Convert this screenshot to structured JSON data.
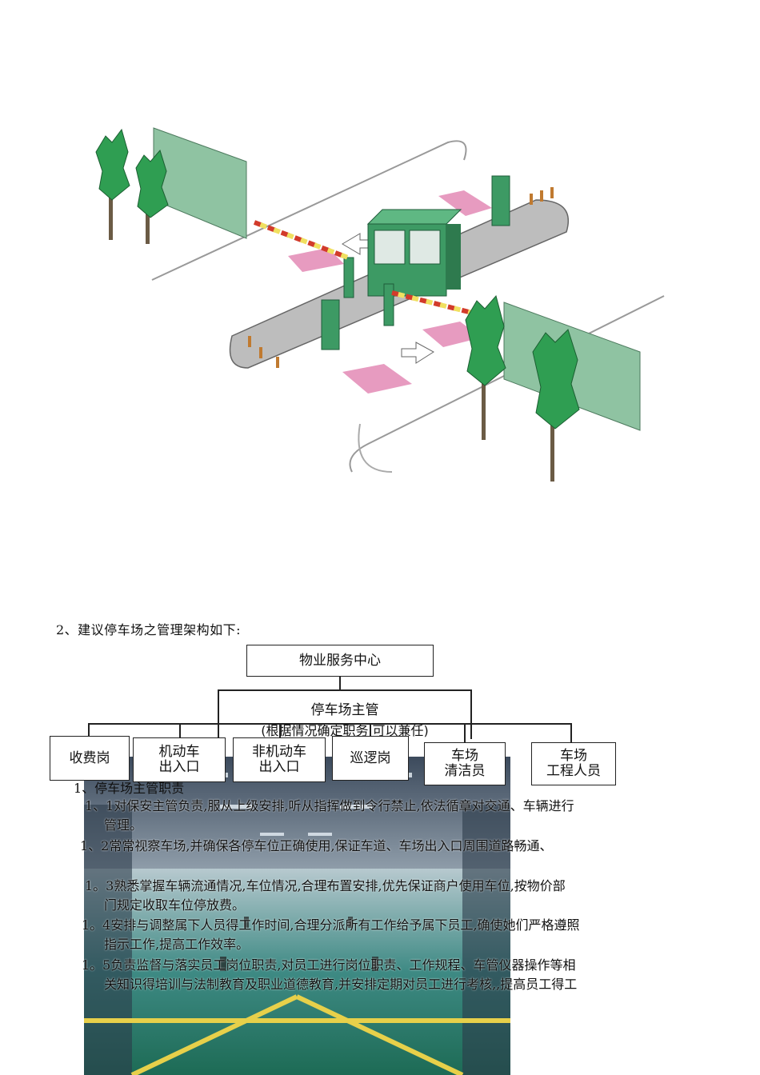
{
  "section_heading": "2、建议停车场之管理架构如下:",
  "org_chart": {
    "top": "物业服务中心",
    "manager_line1": "停车场主管",
    "manager_line2": "(根据情况确定职务,可以兼任)",
    "positions": [
      {
        "line1": "收费岗",
        "line2": ""
      },
      {
        "line1": "机动车",
        "line2": "出入口"
      },
      {
        "line1": "非机动车",
        "line2": "出入口"
      },
      {
        "line1": "巡逻岗",
        "line2": ""
      },
      {
        "line1": "车场",
        "line2": "清洁员"
      },
      {
        "line1": "车场",
        "line2": "工程人员"
      }
    ]
  },
  "sub_heading": "1、停车场主管职责",
  "duties": [
    {
      "text": "1、1对保安主管负责,服从上级安排,听从指挥做到令行禁止,依法循章对交通、车辆进行",
      "cont": "管理。"
    },
    {
      "text": "1、2常常视察车场,并确保各停车位正确使用,保证车道、车场出入口周围道路畅通、",
      "cont": ""
    },
    {
      "text": "1。3熟悉掌握车辆流通情况,车位情况,合理布置安排,优先保证商户使用车位,按物价部",
      "cont": "门规定收取车位停放费。"
    },
    {
      "text": "1。4安排与调整属下人员得工作时间,合理分派所有工作给予属下员工,确使她们严格遵照",
      "cont": "指示工作,提高工作效率。"
    },
    {
      "text": "1。5负责监督与落实员工岗位职责,对员工进行岗位职责、工作规程、车管仪器操作等相",
      "cont": "关知识得培训与法制教育及职业道德教育,并安排定期对员工进行考核,,提高员工得工"
    }
  ]
}
